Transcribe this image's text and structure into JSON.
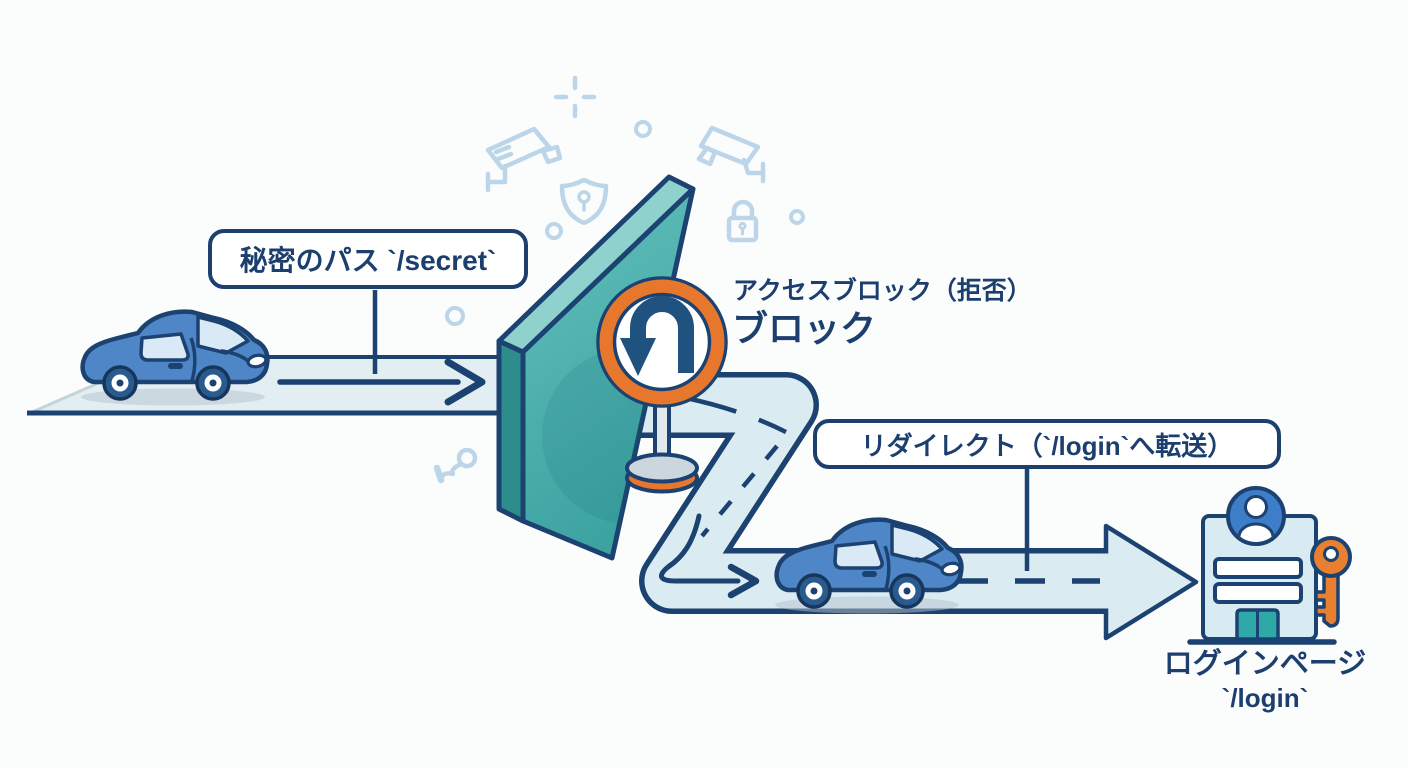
{
  "diagram": {
    "topic": "access-block-redirect-flow"
  },
  "labels": {
    "secret_path": "秘密のパス `/secret`",
    "block_caption": "アクセスブロック（拒否）",
    "block_title": "ブロック",
    "redirect": "リダイレクト（`/login`へ転送）",
    "login_line1": "ログインページ",
    "login_line2": "`/login`"
  },
  "icons": [
    "security-camera-icon-left",
    "security-camera-icon-right",
    "shield-keyhole-icon",
    "padlock-icon-small",
    "padlock-icon-large",
    "sparkle-icon",
    "dot-ring-icons",
    "tiny-key-icon",
    "u-turn-sign-icon",
    "car-icon",
    "login-building-icon",
    "user-avatar-icon",
    "orange-key-icon"
  ],
  "colors": {
    "outline_navy": "#1b4270",
    "text_navy": "#1c3f6e",
    "wall_teal": "#4fb4b0",
    "wall_teal_dark": "#2c8d8c",
    "wall_teal_light": "#8ed1cd",
    "sign_orange": "#e8772e",
    "road_fill": "#dcebf2",
    "car_blue": "#4e86c7",
    "window_blue": "#d9eaf6",
    "decoration_blue": "#bcd5e8",
    "building_fill": "#d8eaf2",
    "avatar_blue": "#3e7ec8",
    "door_teal": "#2fa8a8"
  }
}
